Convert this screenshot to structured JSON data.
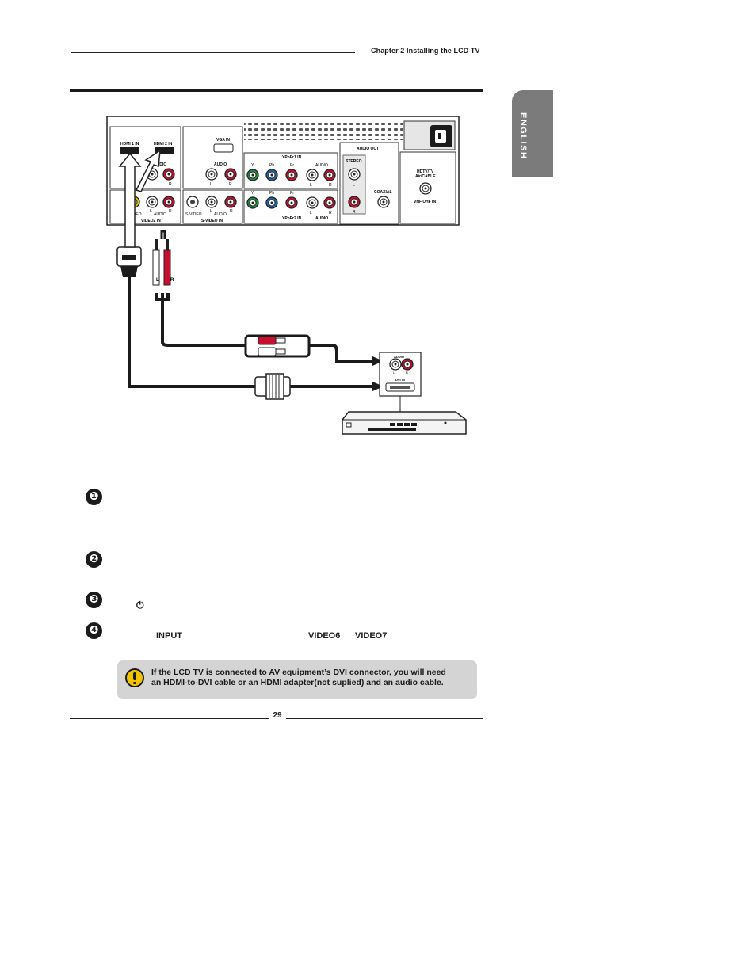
{
  "header": {
    "chapter": "Chapter 2 Installing the LCD TV"
  },
  "side_tab": {
    "label": "ENGLISH"
  },
  "diagram": {
    "panel_labels": {
      "hdmi1": "HDMI 1 IN",
      "hdmi2": "HDMI 2 IN",
      "audio": "AUDIO",
      "l": "L",
      "r": "R",
      "vga": "VGA IN",
      "ypbpr1": "YPbPr1 IN",
      "ypbpr2": "YPbPr2 IN",
      "y": "Y",
      "pb": "Pb",
      "pr": "Pr",
      "audio_out": "AUDIO OUT",
      "stereo": "STEREO",
      "coaxial": "COAXIAL",
      "hdtv": "HDTV/TV",
      "aircable": "Air/CABLE",
      "vhf": "VHF/UHF IN",
      "video": "VIDEO",
      "video2": "VIDEO2 IN",
      "svideo": "S-VIDEO",
      "svideo_in": "S-VIDEO IN"
    },
    "device_labels": {
      "audio": "AUDIO",
      "l": "L",
      "r": "R",
      "dvi": "DVI IN"
    },
    "cable_labels": {
      "l": "L",
      "r": "R"
    }
  },
  "steps": [
    {
      "number": "❶",
      "text": ""
    },
    {
      "number": "❷",
      "text": ""
    },
    {
      "number": "❸",
      "text": "",
      "power_icon": "⏻"
    },
    {
      "number": "❹",
      "input_label": "INPUT",
      "video6": "VIDEO6",
      "video7": "VIDEO7"
    }
  ],
  "note": {
    "icon": "exclamation-icon",
    "line1": "If the LCD TV is connected to AV equipment’s DVI connector,  you will need",
    "line2": "an HDMI-to-DVI cable or  an HDMI adapter(not suplied) and an audio cable."
  },
  "footer": {
    "page_number": "29"
  },
  "colors": {
    "tab": "#7b7b7b",
    "note_bg": "#d4d4d4",
    "warning": "#f2c300",
    "red_jack": "#c8102e",
    "green_jack": "#1f8a3c",
    "blue_jack": "#1e63b5",
    "yellow_jack": "#e8c400"
  }
}
